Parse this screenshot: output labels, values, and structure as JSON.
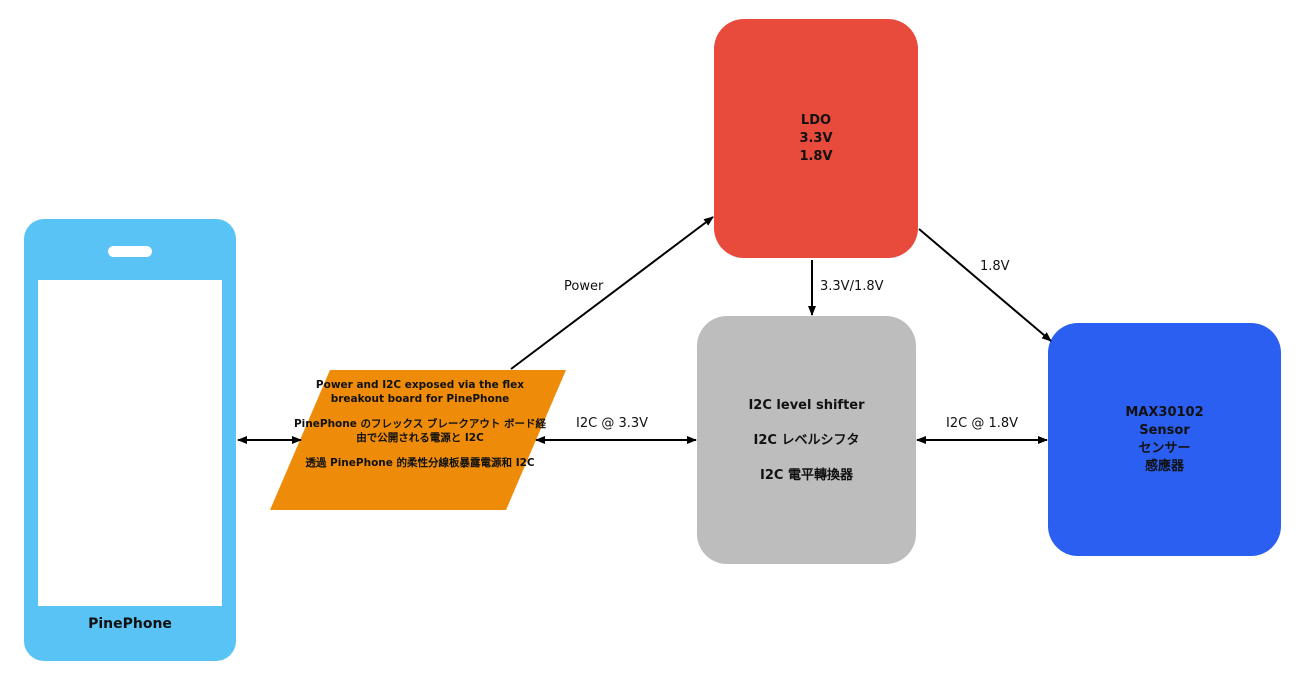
{
  "nodes": {
    "phone": {
      "label": "PinePhone",
      "color": "#5ac3f5"
    },
    "breakout": {
      "line1": "Power and I2C exposed via the flex breakout board for PinePhone",
      "line2": "PinePhone のフレックス ブレークアウト ボード経由で公開される電源と I2C",
      "line3": "透過 PinePhone 的柔性分線板暴露電源和 I2C",
      "color": "#ee8c0a"
    },
    "ldo": {
      "line1": "LDO",
      "line2": "3.3V",
      "line3": "1.8V",
      "color": "#e84a3c"
    },
    "shifter": {
      "line1": "I2C level shifter",
      "line2": "I2C レベルシフタ",
      "line3": "I2C 電平轉換器",
      "color": "#bdbdbd"
    },
    "sensor": {
      "line1": "MAX30102",
      "line2": "Sensor",
      "line3": "センサー",
      "line4": "感應器",
      "color": "#2a5ff2"
    }
  },
  "edges": {
    "power": "Power",
    "ldo_to_shifter": "3.3V/1.8V",
    "ldo_to_sensor": "1.8V",
    "breakout_to_shifter": "I2C @ 3.3V",
    "shifter_to_sensor": "I2C @ 1.8V"
  }
}
